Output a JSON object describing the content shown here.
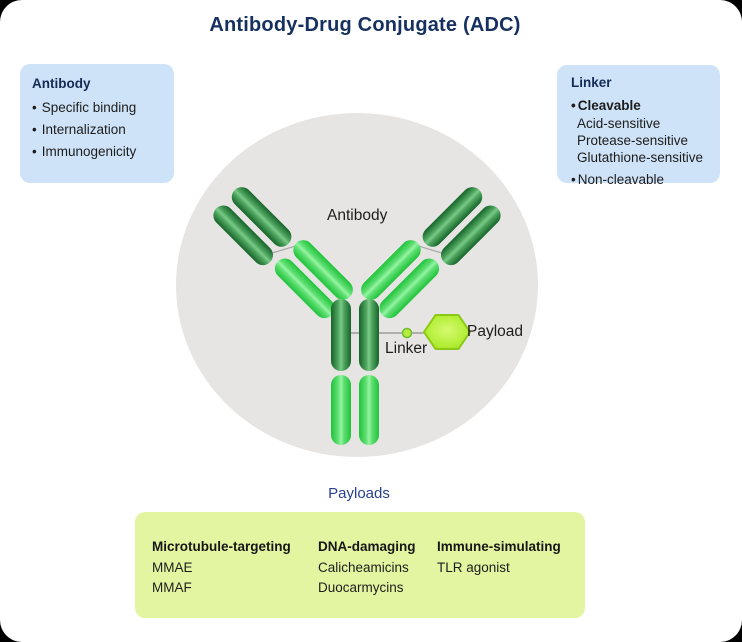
{
  "title": "Antibody-Drug Conjugate (ADC)",
  "antibody_box": {
    "heading": "Antibody",
    "items": [
      "Specific binding",
      "Internalization",
      "Immunogenicity"
    ]
  },
  "linker_box": {
    "heading": "Linker",
    "cleavable_label": "Cleavable",
    "cleavable_sub": [
      "Acid-sensitive",
      "Protease-sensitive",
      "Glutathione-sensitive"
    ],
    "non_cleavable_label": "Non-cleavable"
  },
  "diagram": {
    "antibody_label": "Antibody",
    "linker_label": "Linker",
    "payload_label": "Payload"
  },
  "payloads": {
    "heading": "Payloads",
    "columns": [
      {
        "header": "Microtubule-targeting",
        "items": [
          "MMAE",
          "MMAF"
        ]
      },
      {
        "header": "DNA-damaging",
        "items": [
          "Calicheamicins",
          "Duocarmycins"
        ]
      },
      {
        "header": "Immune-simulating",
        "items": [
          "TLR agonist"
        ]
      }
    ]
  },
  "colors": {
    "title_navy": "#16305f",
    "info_box_blue": "#cfe3f8",
    "circle_gray": "#e6e5e3",
    "capsule_dark_green": "#166329",
    "capsule_light_green": "#1fc23a",
    "payload_lime": "#a6e51e",
    "payloads_box_green": "#e3f5a0",
    "payloads_heading_blue": "#27418f"
  }
}
